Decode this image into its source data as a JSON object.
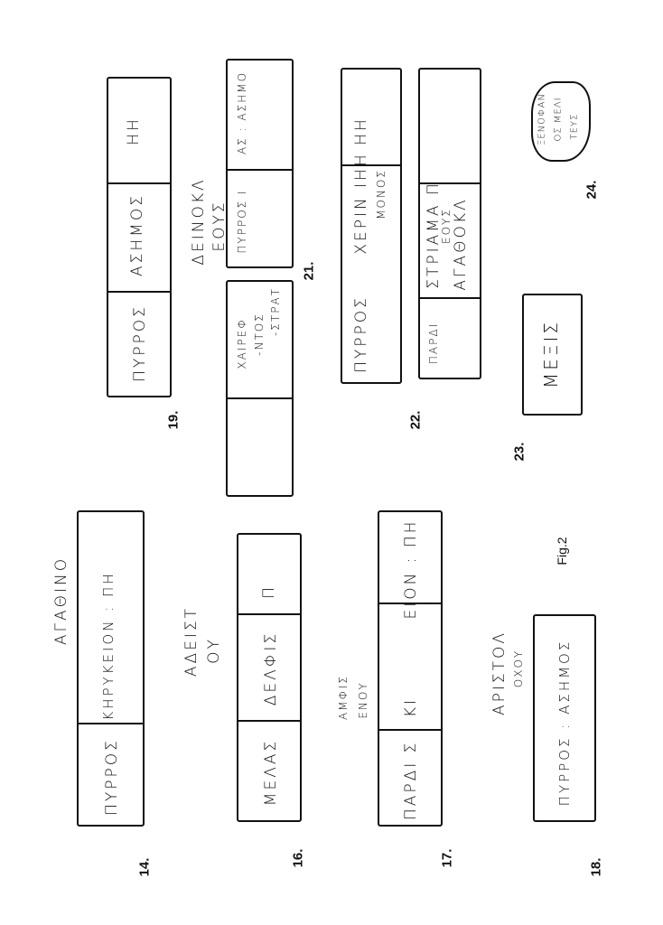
{
  "figure_label": "Fig.2",
  "items": {
    "n14": {
      "number": "14.",
      "above": "ΑΓΑΘΙΝΟ",
      "text1": "ΠΥΡΡΟΣ",
      "text2": "ΚΗΡΥΚΕΙΟΝ : ΠΗ"
    },
    "n16": {
      "number": "16.",
      "above1": "ΑΔΕΙΣΤ",
      "above2": "ΟΥ",
      "text1": "ΜΕΛΑΣ",
      "text2": "ΔΕΛΦΙΣ",
      "text3": "Π"
    },
    "n17": {
      "number": "17.",
      "above1": "ΑΜΦΙΣ",
      "above2": "ΕΝΟΥ",
      "text1": "ΠΑΡΔΙ Σ : ΚΙ",
      "text2": "ΕΙΟΝ : ΠΗ"
    },
    "n18": {
      "number": "18.",
      "above1": "ΑΡΙΣΤΟΛ",
      "above2": "ΟΧΟΥ",
      "text1": "ΠΥΡΡΟΣ : ΑΣΗΜΟΣ"
    },
    "n19": {
      "number": "19.",
      "above1": "ΔΕΙΝΟΚΛ",
      "above2": "ΕΟΥΣ",
      "text1": "ΠΥΡΡΟΣ",
      "text2": "ΑΣΗΜΟΣ",
      "text3": "ΗΗ"
    },
    "n20": {
      "line1": "ΧΑΙΡΕΦ",
      "line2": "-ΝΤΟΣ",
      "line3": "-ΣΤΡΑΤ"
    },
    "n21": {
      "number": "21.",
      "text1": "ΠΥΡΡΟΣ Ι",
      "text2": "ΑΣ : ΑΣΗΜΟ"
    },
    "n22": {
      "number": "22.",
      "text1": "ΠΥΡΡΟΣ",
      "text2": "ΧΕΡΙΝ ΙΗΗ",
      "text3": "ΗΗ",
      "text4": "ΜΟΝΟΣ"
    },
    "n22b": {
      "text1": "ΠΑΡΔΙ",
      "text2": "ΣΤΡΙΑΜΑ Π",
      "line_a": "ΑΓΑΘΟΚΛ",
      "line_b": "ΕΟΥΣ"
    },
    "n23": {
      "number": "23.",
      "text1": "ΜΕΞΙΣ"
    },
    "n24": {
      "number": "24.",
      "line1": "ΞΕΝΟΦΑΝ",
      "line2": "ΟΣ ΜΕΛΙ",
      "line3": "ΤΕΥΣ"
    }
  }
}
